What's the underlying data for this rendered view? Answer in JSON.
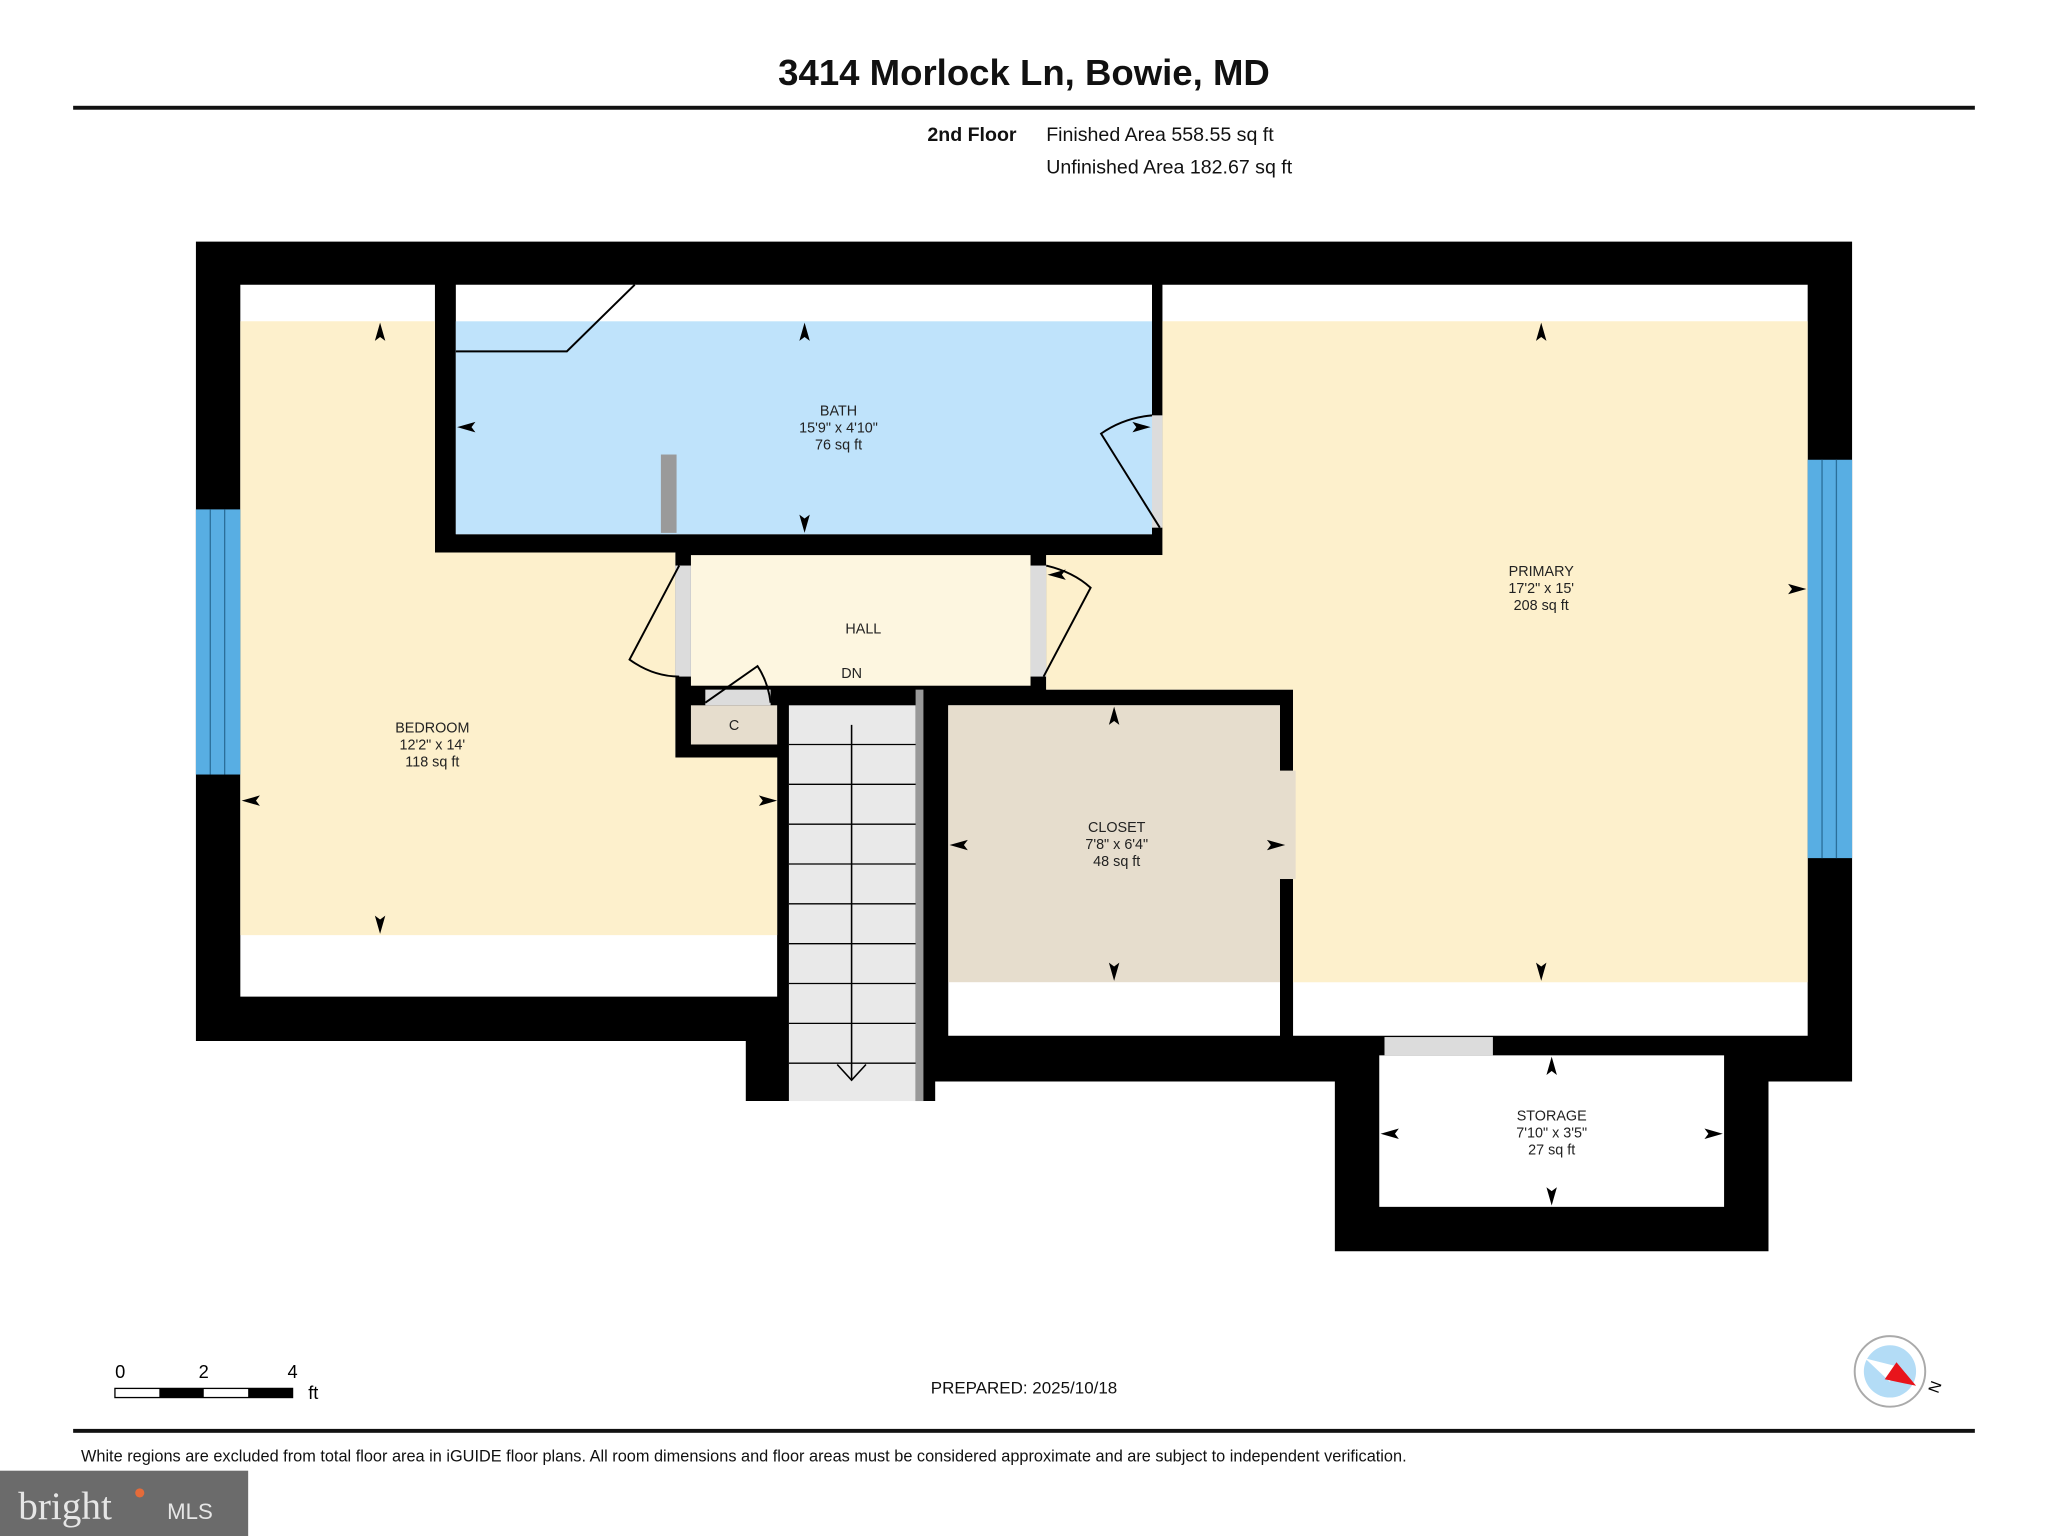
{
  "header": {
    "title": "3414 Morlock Ln, Bowie, MD",
    "floor_label": "2nd Floor",
    "finished_area": "Finished Area 558.55 sq ft",
    "unfinished_area": "Unfinished Area 182.67 sq ft"
  },
  "rooms": {
    "bath": {
      "name": "BATH",
      "dims": "15'9\" x 4'10\"",
      "area": "76 sq ft"
    },
    "primary": {
      "name": "PRIMARY",
      "dims": "17'2\" x 15'",
      "area": "208 sq ft"
    },
    "bedroom": {
      "name": "BEDROOM",
      "dims": "12'2\" x 14'",
      "area": "118 sq ft"
    },
    "hall": {
      "name": "HALL",
      "stairs": "DN"
    },
    "closet_small": {
      "name": "C"
    },
    "closet": {
      "name": "CLOSET",
      "dims": "7'8\" x 6'4\"",
      "area": "48 sq ft"
    },
    "storage": {
      "name": "STORAGE",
      "dims": "7'10\" x 3'5\"",
      "area": "27 sq ft"
    }
  },
  "scale_bar": {
    "ticks": [
      "0",
      "2",
      "4"
    ],
    "unit": "ft"
  },
  "prepared": "PREPARED: 2025/10/18",
  "compass": {
    "label": "N",
    "icon": "compass-icon"
  },
  "disclaimer": "White regions are excluded from total floor area in iGUIDE floor plans. All room dimensions and floor areas must be considered approximate and are subject to independent verification.",
  "watermark": {
    "text": "bright MLS"
  },
  "colors": {
    "wall": "#000000",
    "bath": "#bfe3fb",
    "living": "#fdf0cc",
    "hall": "#fdf6e0",
    "closet": "#e6ddcd",
    "window": "#58aee3",
    "door": "#dcdcdc"
  }
}
